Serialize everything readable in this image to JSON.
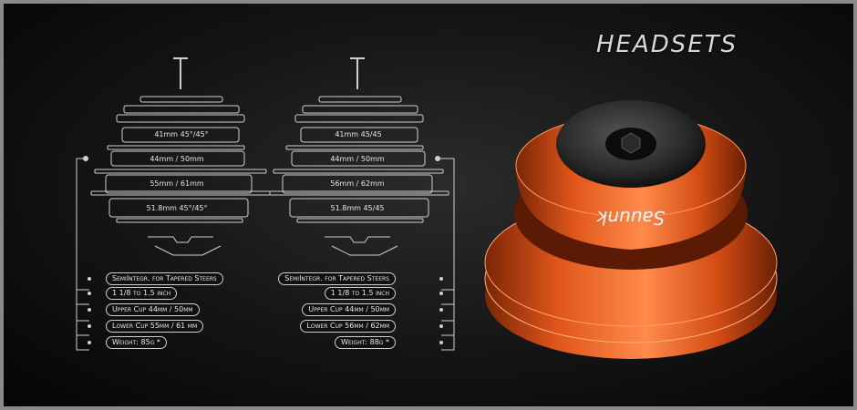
{
  "title": "HEADSETS",
  "left": {
    "labels": [
      "41mm 45°/45°",
      "44mm / 50mm",
      "55mm / 61mm",
      "51.8mm 45°/45°"
    ],
    "specs": [
      "SemiIntegr.  for Tapered Steers",
      "1 1/8 to 1.5 inch",
      "Upper Cup 44mm / 50mm",
      "Lower Cup 55mm / 61 mm",
      "Weight: 85g *"
    ]
  },
  "right": {
    "labels": [
      "41mm 45/45",
      "44mm / 50mm",
      "56mm / 62mm",
      "51.8mm 45/45"
    ],
    "specs": [
      "SemiIntegr.  for Tapered Steers",
      "1 1/8 to 1.5 inch",
      "Upper Cup 44mm / 50mm",
      "Lower Cup 56mm / 62mm",
      "Weight: 88g *"
    ]
  },
  "product": {
    "logo_text": "Sauunk",
    "anodize_color": "#e0561b",
    "cap_color": "#2a2a2a"
  }
}
